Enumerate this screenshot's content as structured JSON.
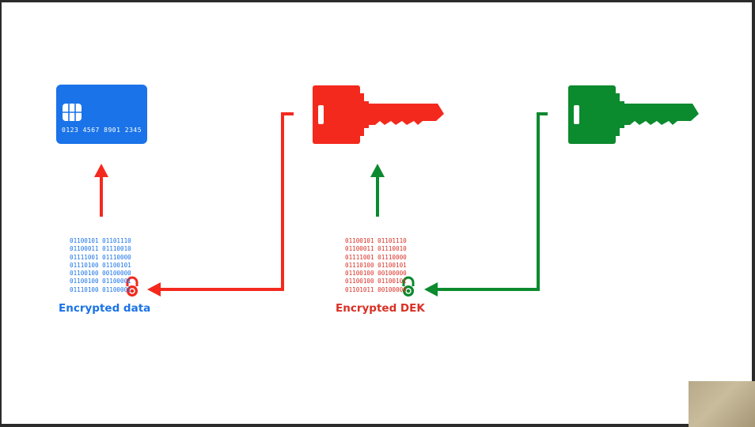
{
  "card": {
    "number": "0123 4567 8901 2345"
  },
  "encrypted_data": {
    "binary_rows": [
      "01100101 01101110",
      "01100011 01110010",
      "01111001 01110000",
      "01110100 01100101",
      "01100100 00100000",
      "01100100 01100001",
      "01110100 01100001"
    ],
    "label": "Encrypted data"
  },
  "encrypted_dek": {
    "binary_rows": [
      "01100101 01101110",
      "01100011 01110010",
      "01111001 01110000",
      "01110100 01100101",
      "01100100 00100000",
      "01100100 01100101",
      "01101011 00100000"
    ],
    "label": "Encrypted DEK"
  },
  "colors": {
    "blue": "#1a73e8",
    "red": "#f4291e",
    "green": "#0b8a2e"
  },
  "icons": [
    "credit-card-icon",
    "key-icon",
    "key-icon",
    "padlock-icon",
    "padlock-icon",
    "arrow-icon"
  ]
}
